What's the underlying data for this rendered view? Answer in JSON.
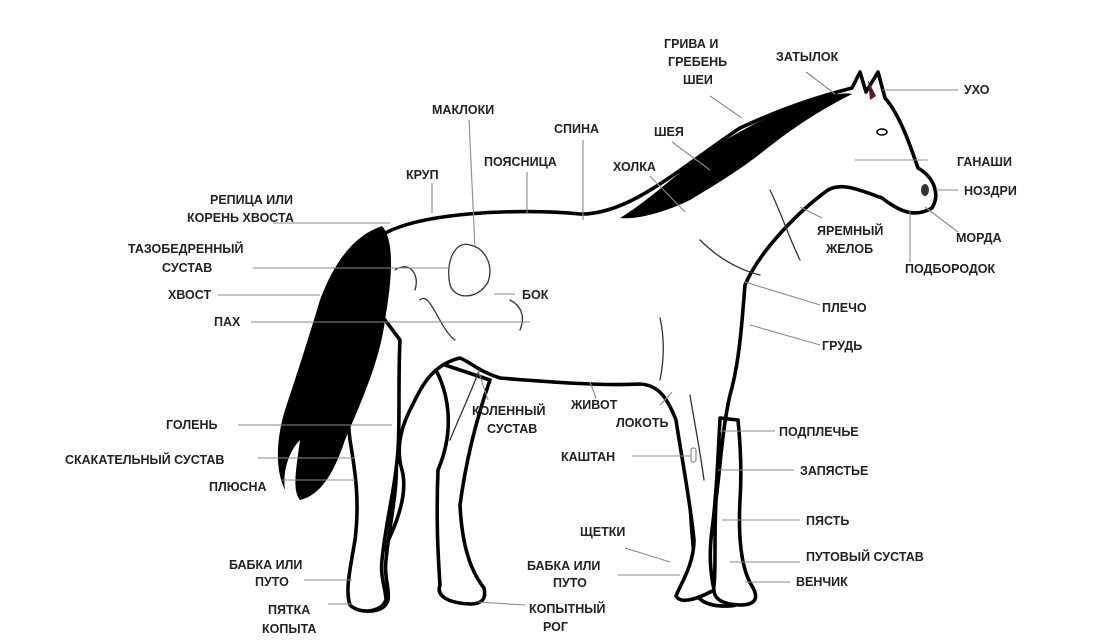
{
  "labels": {
    "griva1": "ГРИВА И",
    "griva2": "ГРЕБЕНЬ",
    "griva3": "ШЕИ",
    "zatylok": "ЗАТЫЛОК",
    "ukho": "УХО",
    "makloki": "МАКЛОКИ",
    "spina": "СПИНА",
    "sheya": "ШЕЯ",
    "poyasnitsa": "ПОЯСНИЦА",
    "kholka": "ХОЛКА",
    "krup": "КРУП",
    "ganashi": "ГАНАШИ",
    "nozdri": "НОЗДРИ",
    "repitsa1": "РЕПИЦА ИЛИ",
    "repitsa2": "КОРЕНЬ ХВОСТА",
    "zhelob1": "ЯРЕМНЫЙ",
    "zhelob2": "ЖЕЛОБ",
    "morda": "МОРДА",
    "podborodok": "ПОДБОРОДОК",
    "tazob1": "ТАЗОБЕДРЕННЫЙ",
    "tazob2": "СУСТАВ",
    "khvost": "ХВОСТ",
    "bok": "БОК",
    "pakh": "ПАХ",
    "plecho": "ПЛЕЧО",
    "grud": "ГРУДЬ",
    "zhivot": "ЖИВОТ",
    "kolen1": "КОЛЕННЫЙ",
    "kolen2": "СУСТАВ",
    "lokot": "ЛОКОТЬ",
    "golen": "ГОЛЕНЬ",
    "podpleche": "ПОДПЛЕЧЬЕ",
    "kashtan": "КАШТАН",
    "skakat": "СКАКАТЕЛЬНЫЙ СУСТАВ",
    "zapyastye": "ЗАПЯСТЬЕ",
    "plyusna": "ПЛЮСНА",
    "pyast": "ПЯСТЬ",
    "shchetki": "ЩЕТКИ",
    "babka_hind1": "БАБКА ИЛИ",
    "babka_hind2": "ПУТО",
    "babka_front1": "БАБКА ИЛИ",
    "babka_front2": "ПУТО",
    "putovy": "ПУТОВЫЙ СУСТАВ",
    "venchik": "ВЕНЧИК",
    "pyatka1": "ПЯТКА",
    "pyatka2": "КОПЫТА",
    "kopyt1": "КОПЫТНЫЙ",
    "kopyt2": "РОГ"
  },
  "colors": {
    "outline": "#000000",
    "leader": "#8a8a8a",
    "text": "#222222",
    "inner_ear": "#5a1a2a"
  }
}
